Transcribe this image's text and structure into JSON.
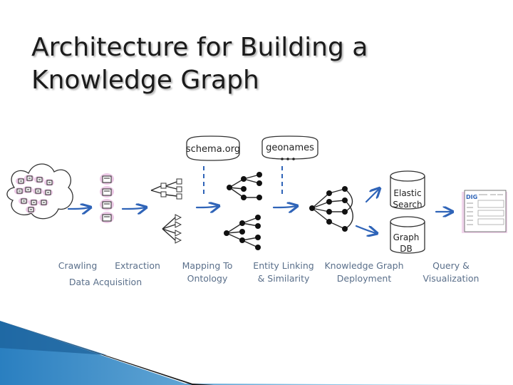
{
  "slide": {
    "title_line1": "Architecture for Building a",
    "title_line2": "Knowledge Graph"
  },
  "diagram": {
    "bubbles": {
      "schema": "schema.org",
      "geonames": "geonames"
    },
    "stores": {
      "elastic_line1": "Elastic",
      "elastic_line2": "Search",
      "graph_line1": "Graph",
      "graph_line2": "DB"
    },
    "app_logo": "DIG",
    "stages": {
      "crawling": "Crawling",
      "extraction": "Extraction",
      "data_acquisition": "Data Acquisition",
      "mapping_line1": "Mapping To",
      "mapping_line2": "Ontology",
      "linking_line1": "Entity Linking",
      "linking_line2": "& Similarity",
      "deploy_line1": "Knowledge Graph",
      "deploy_line2": "Deployment",
      "query_line1": "Query &",
      "query_line2": "Visualization"
    },
    "colors": {
      "arrow": "#2f64b8",
      "highlight": "#ecc9e6",
      "label": "#5a6f8a"
    }
  }
}
